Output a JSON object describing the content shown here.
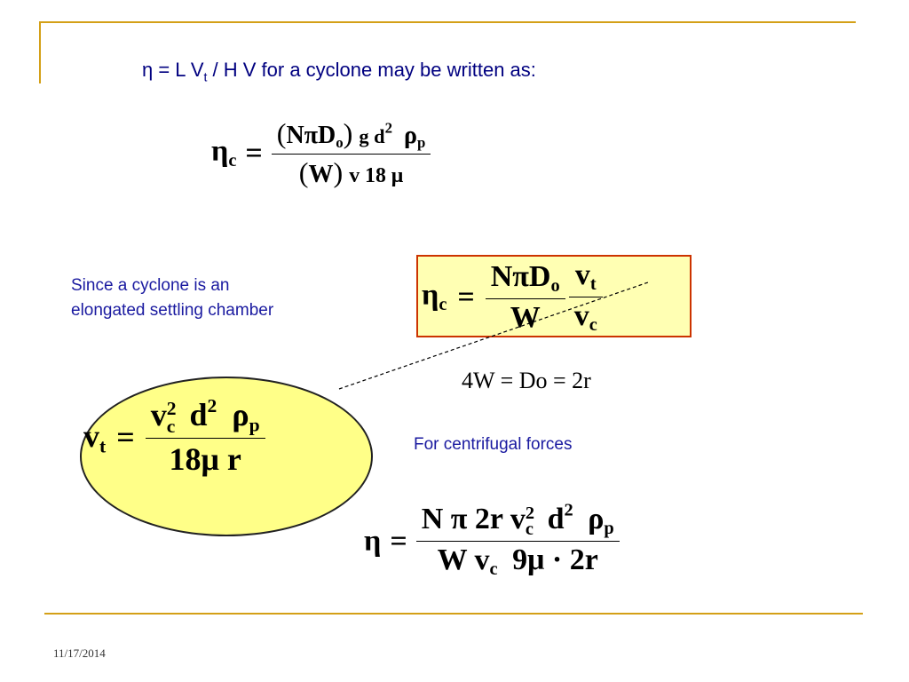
{
  "header": {
    "prefix": "η = L V",
    "sub": "t",
    "suffix": " / H V  for a cyclone may be written as:"
  },
  "eq1": {
    "lhs": "η",
    "lhs_sub": "c",
    "eq": "=",
    "num_open": "(",
    "num_np": "NπD",
    "num_np_sub": "o",
    "num_close": ")",
    "num_g": "g d",
    "num_sup": "2",
    "num_rho": "ρ",
    "num_rho_sub": "p",
    "den_open": "(",
    "den_w": "W",
    "den_close": ")",
    "den_rest": "v 18 μ"
  },
  "note1": {
    "line1": "Since a cyclone is an",
    "line2": "elongated settling chamber"
  },
  "eq2": {
    "lhs": "η",
    "lhs_sub": "c",
    "eq": "=",
    "num1": "NπD",
    "num1_sub": "o",
    "den1": "W",
    "num2": "v",
    "num2_sub": "t",
    "den2": "v",
    "den2_sub": "c"
  },
  "eq3": {
    "text": "4W = Do = 2r"
  },
  "eq4": {
    "lhs": "v",
    "lhs_sub": "t",
    "eq": "=",
    "num_v": "v",
    "num_v_sup": "2",
    "num_v_sub": "c",
    "num_d": "d",
    "num_d_sup": "2",
    "num_rho": "ρ",
    "num_rho_sub": "p",
    "den": "18μ r"
  },
  "note2": {
    "text": "For centrifugal forces"
  },
  "eq5": {
    "lhs": "η",
    "eq": "=",
    "num_a": "N π 2r v",
    "num_a_sup": "2",
    "num_a_sub": "c",
    "num_d": "d",
    "num_d_sup": "2",
    "num_rho": "ρ",
    "num_rho_sub": "p",
    "den_a": "W v",
    "den_a_sub": "c",
    "den_b": "9μ · 2r"
  },
  "footer": {
    "date": "11/17/2014"
  },
  "colors": {
    "rule": "#d4a017",
    "blue_text": "#1a1aa0",
    "header_text": "#000080",
    "box_fill": "#ffffb3",
    "box_border": "#cc3300",
    "oval_fill": "#ffff88"
  }
}
